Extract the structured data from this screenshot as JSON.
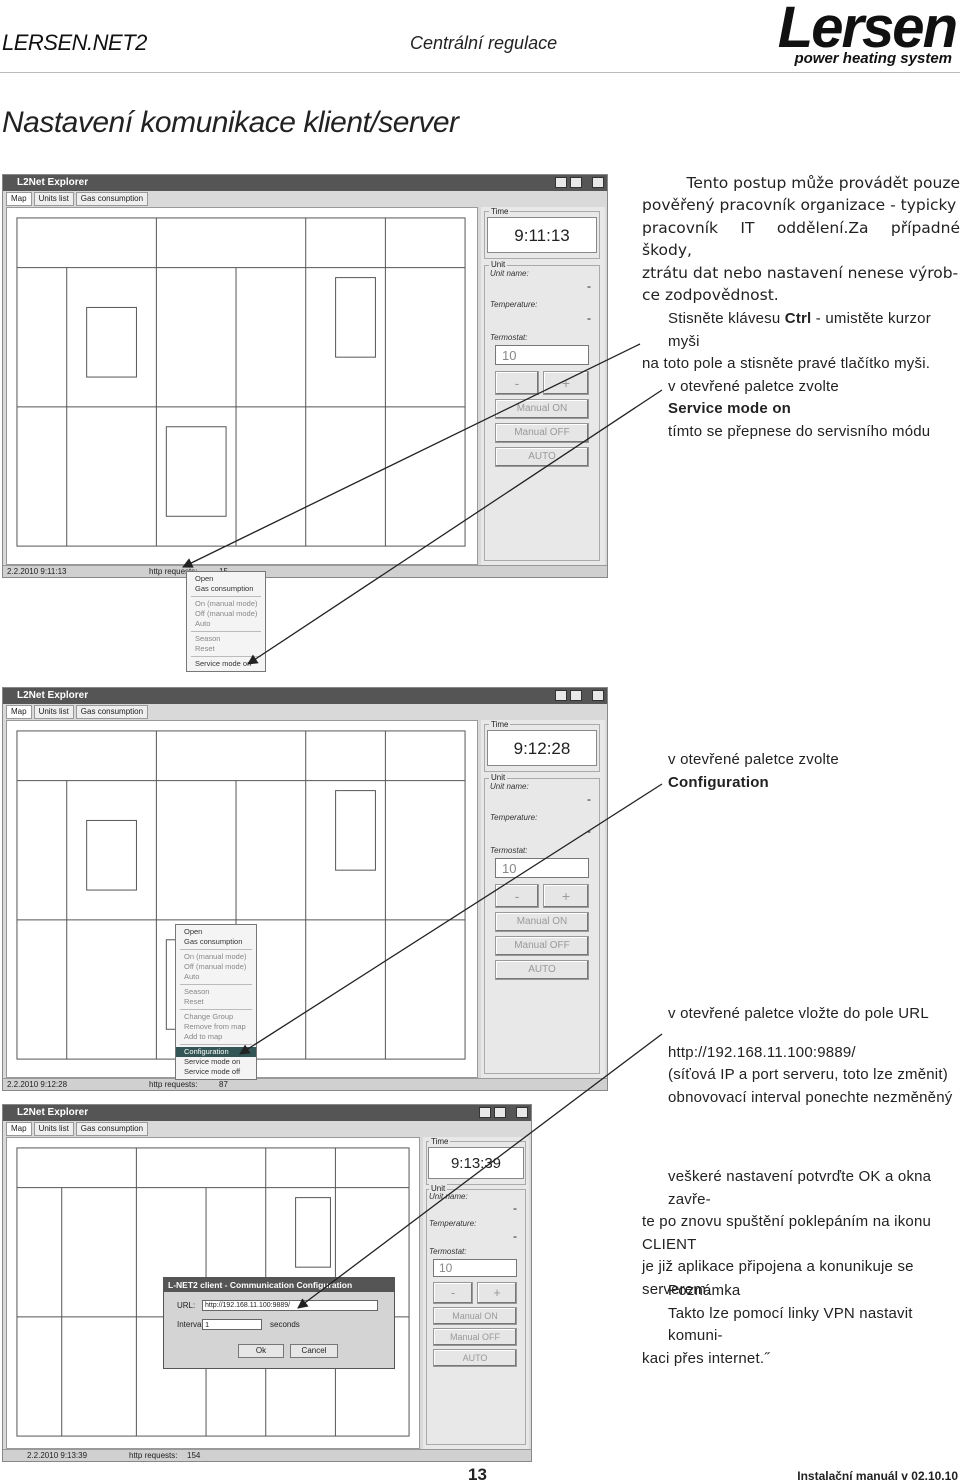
{
  "header": {
    "product": "LERSEN.NET2",
    "section": "Centrální regulace",
    "logo_word": "Lersen",
    "logo_tagline": "power heating system"
  },
  "page_title": "Nastavení komunikace klient/server",
  "intro": {
    "line1": "Tento postup může provádět pouze",
    "line2": "pověřený pracovník organizace - typicky",
    "line3": "pracovník IT oddělení.Za případné škody,",
    "line4": "ztrátu dat nebo nastavení nenese výrob-",
    "line5": "ce zodpovědnost."
  },
  "step1": {
    "line1_pre": "Stisněte klávesu ",
    "line1_key": "Ctrl",
    "line1_post": " - umistěte kurzor myši",
    "line2": "na toto pole a stisněte pravé tlačítko myši.",
    "line3": "v otevřené paletce zvolte",
    "line4": "Service mode on",
    "line5": "tímto se přepnese do servisního módu"
  },
  "step2": {
    "line1": "v otevřené paletce zvolte",
    "line2": "Configuration"
  },
  "step3": {
    "line1": "v otevřené paletce vložte do pole URL",
    "line2": "http://192.168.11.100:9889/",
    "line3": "(síťová IP a port serveru, toto lze změnit)",
    "line4": "obnovovací interval ponechte nezměněný"
  },
  "step4": {
    "line1": "veškeré nastavení potvrďte OK a okna zavře-",
    "line2": "te po znovu spuštění poklepáním na ikonu CLIENT",
    "line3": "je již aplikace připojena a konunikuje se serverem."
  },
  "note": {
    "heading": "Poznámka",
    "line1": "Takto lze pomocí linky VPN nastavit komuni-",
    "line2": "kaci přes internet.˝"
  },
  "app": {
    "window_title": "L2Net Explorer",
    "tabs": [
      "Map",
      "Units list",
      "Gas consumption"
    ],
    "group_time": "Time",
    "group_unit": "Unit",
    "unit_name_label": "Unit name:",
    "temperature_label": "Temperature:",
    "termostat_label": "Termostat:",
    "dash": "-",
    "termostat_value": "10",
    "minus": "-",
    "plus": "+",
    "manual_on": "Manual ON",
    "manual_off": "Manual OFF",
    "auto": "AUTO",
    "http_label": "http requests:"
  },
  "shot1": {
    "time": "9:11:13",
    "status_date": "2.2.2010 9:11:13",
    "http_value": "15",
    "menu": [
      "Open",
      "Gas consumption",
      "On (manual mode)",
      "Off (manual mode)",
      "Auto",
      "Season",
      "Reset",
      "Service mode on"
    ]
  },
  "shot2": {
    "time": "9:12:28",
    "status_date": "2.2.2010 9:12:28",
    "http_value": "87",
    "menu": [
      "Open",
      "Gas consumption",
      "On (manual mode)",
      "Off (manual mode)",
      "Auto",
      "Season",
      "Reset",
      "Change Group",
      "Remove from map",
      "Add to map",
      "Configuration",
      "Service mode on",
      "Service mode off"
    ]
  },
  "shot3": {
    "time": "9:13:39",
    "status_date": "2.2.2010 9:13:39",
    "http_value": "154",
    "dialog_title": "L-NET2 client - Communication Configuration",
    "url_label": "URL:",
    "url_value": "http://192.168.11.100:9889/",
    "interval_label": "Interval:",
    "interval_value": "1",
    "seconds_label": "seconds",
    "ok": "Ok",
    "cancel": "Cancel"
  },
  "footer": {
    "page_number": "13",
    "manual_version": "Instalační manuál v 02.10.10"
  }
}
